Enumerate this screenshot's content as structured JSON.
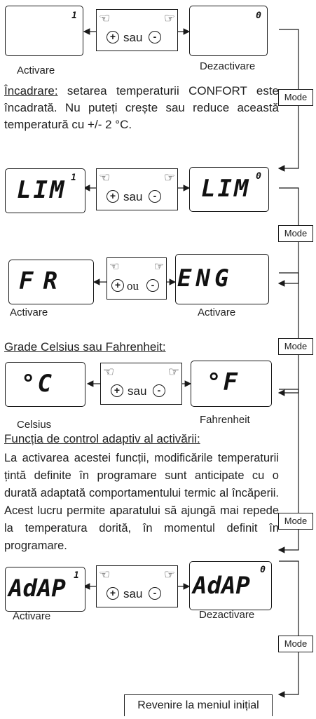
{
  "btn_sau": "sau",
  "btn_ou": "ou",
  "plus": "+",
  "minus": "-",
  "mode": "Mode",
  "row1": {
    "left_val": "1",
    "right_val": "0",
    "left_label": "Activare",
    "right_label": "Dezactivare"
  },
  "para1": {
    "heading": "Încadrare:",
    "text": " setarea temperaturii CONFORT este încadrată. Nu puteți crește sau reduce această temperatură cu +/- 2 °C."
  },
  "row2": {
    "left_text": "LIM",
    "left_sup": "1",
    "right_text": "LIM",
    "right_sup": "0"
  },
  "row3": {
    "left_text": "FR",
    "right_text": "ENG",
    "left_label": "Activare",
    "right_label": "Activare"
  },
  "heading_units": "Grade Celsius sau Fahrenheit:",
  "row4": {
    "left_text": "°C",
    "right_text": "°F",
    "left_label": "Celsius",
    "right_label": "Fahrenheit"
  },
  "heading_adaptive": "Funcția de control adaptiv al activării:",
  "para_adaptive": "La activarea acestei funcții, modificările temperaturii țintă definite în programare sunt anticipate cu o durată adaptată comportamentului termic al încăperii. Acest lucru permite aparatului să ajungă mai repede la temperatura dorită, în momentul definit în programare.",
  "row5": {
    "left_text": "AdAP",
    "left_sup": "1",
    "right_text": "AdAP",
    "right_sup": "0",
    "left_label": "Activare",
    "right_label": "Dezactivare"
  },
  "return_label": "Revenire la meniul inițial"
}
